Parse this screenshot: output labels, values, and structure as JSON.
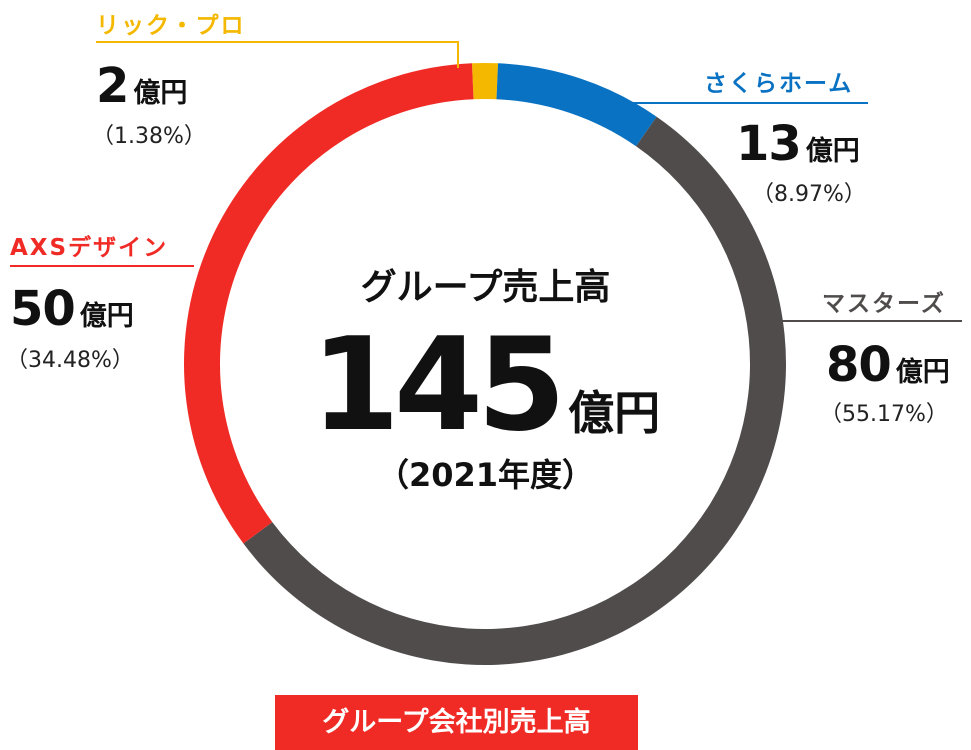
{
  "colors": {
    "lick_pro": "#F5B800",
    "sakura_home": "#0A72C2",
    "masters": "#504C4C",
    "axs_design": "#F02A24",
    "caption_bg": "#F02A24"
  },
  "center": {
    "title": "グループ売上高",
    "total_value": "145",
    "total_unit": "億円",
    "year": "（2021年度）"
  },
  "caption": "グループ会社別売上高",
  "chart_data": {
    "type": "pie",
    "unit": "億円",
    "total": 145,
    "series": [
      {
        "name": "リック・プロ",
        "value": 2,
        "value_text": "2",
        "percent": 1.38,
        "percent_text": "（1.38%）",
        "unit": "億円"
      },
      {
        "name": "さくらホーム",
        "value": 13,
        "value_text": "13",
        "percent": 8.97,
        "percent_text": "（8.97%）",
        "unit": "億円"
      },
      {
        "name": "マスターズ",
        "value": 80,
        "value_text": "80",
        "percent": 55.17,
        "percent_text": "（55.17%）",
        "unit": "億円"
      },
      {
        "name": "AXSデザイン",
        "value": 50,
        "value_text": "50",
        "percent": 34.48,
        "percent_text": "（34.48%）",
        "unit": "億円"
      }
    ]
  }
}
